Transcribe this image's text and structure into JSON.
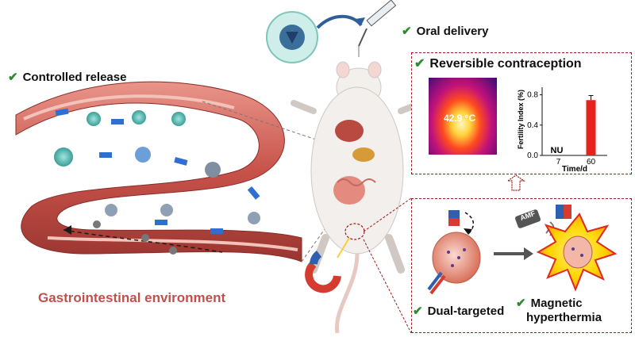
{
  "labels": {
    "oral_delivery": "Oral delivery",
    "controlled_release": "Controlled release",
    "reversible_contraception": "Reversible contraception",
    "gastrointestinal_environment": "Gastrointestinal environment",
    "dual_targeted": "Dual-targeted",
    "magnetic_hyperthermia_line1": "Magnetic",
    "magnetic_hyperthermia_line2": "hyperthermia",
    "amf": "AMF",
    "thermal_temp": "42.9 °C"
  },
  "colors": {
    "check": "#2e8b2e",
    "gi_label": "#c0504d",
    "box_border": "#9b1c1c",
    "bar": "#e8231f"
  },
  "chart_data": {
    "type": "bar",
    "categories": [
      "7",
      "60"
    ],
    "values": [
      0,
      0.73
    ],
    "value_labels": [
      "NU",
      ""
    ],
    "ylabel": "Fertility Index (%)",
    "xlabel": "Time/d",
    "yticks": [
      "0.0",
      "0.4",
      "0.8"
    ],
    "ylim": [
      0,
      0.9
    ],
    "error_bar": 0.06
  }
}
